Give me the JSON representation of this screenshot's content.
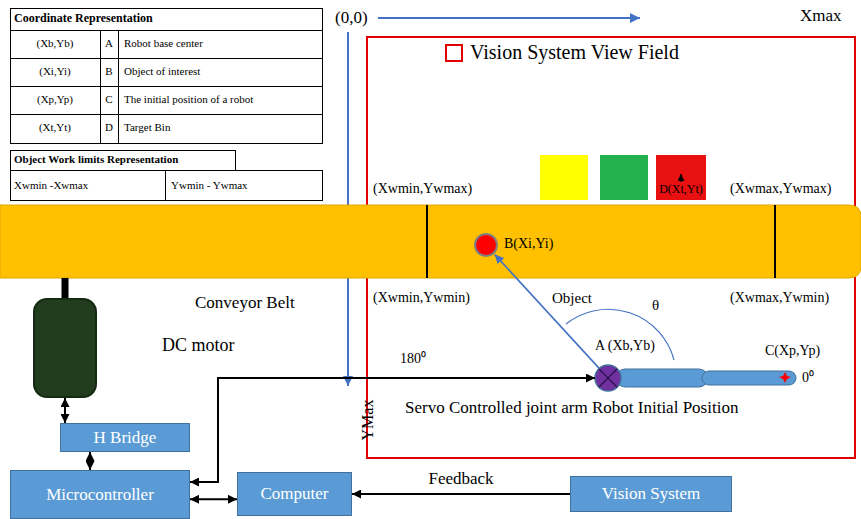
{
  "diagram": {
    "nodes": [
      {
        "text": [
          "Conveyor Belt"
        ]
      },
      {
        "text": [
          "D(Xt,Yt)"
        ]
      },
      {
        "text": [
          "B(Xi,Yi)"
        ],
        "in": 0
      },
      {
        "text": [
          "A (Xb,Yb)"
        ]
      },
      {
        "text": [
          "DC motor"
        ]
      },
      {
        "text": [
          "H Bridge"
        ]
      },
      {
        "text": [
          "Microcontroller"
        ]
      },
      {
        "text": [
          "Computer"
        ]
      },
      {
        "text": [
          "Vision System"
        ]
      }
    ],
    "edges": [
      {
        "from": 4,
        "to": 5,
        "arrow": "both"
      },
      {
        "from": 5,
        "to": 6,
        "arrow": "both"
      },
      {
        "from": 6,
        "to": 7,
        "arrow": "both"
      },
      {
        "from": 8,
        "to": 7,
        "label": "Feedback",
        "arrow": "to"
      },
      {
        "from": 6,
        "to": 3,
        "arrow": "both"
      },
      {
        "from": 3,
        "to": 2,
        "arrow": "to"
      },
      {
        "from": 4,
        "to": 0,
        "arrow": "none"
      }
    ],
    "labels": [
      "Coordinate Representation",
      "(Xb,Yb)",
      "A",
      "Robot base center",
      "(Xi,Yi)",
      "B",
      "Object of interest",
      "(Xp,Yp)",
      "C",
      "The initial position of a robot",
      "(Xt,Yt)",
      "D",
      "Target Bin",
      "Object Work limits Representation",
      "Xwmin -Xwmax",
      "Ywmin - Ywmax",
      "(0,0)",
      "Xmax",
      "YMax",
      "(Xwmin,Ywmax)",
      "(Xwmax,Ywmax)",
      "(Xwmin,Ywmin)",
      "(Xwmax,Ywmin)",
      "Object",
      "θ",
      "C(Xp,Yp)",
      "180⁰",
      "0⁰",
      "Servo Controlled joint arm Robot Initial Position"
    ],
    "legend": [
      {
        "text": "Vision System View Field"
      }
    ]
  }
}
